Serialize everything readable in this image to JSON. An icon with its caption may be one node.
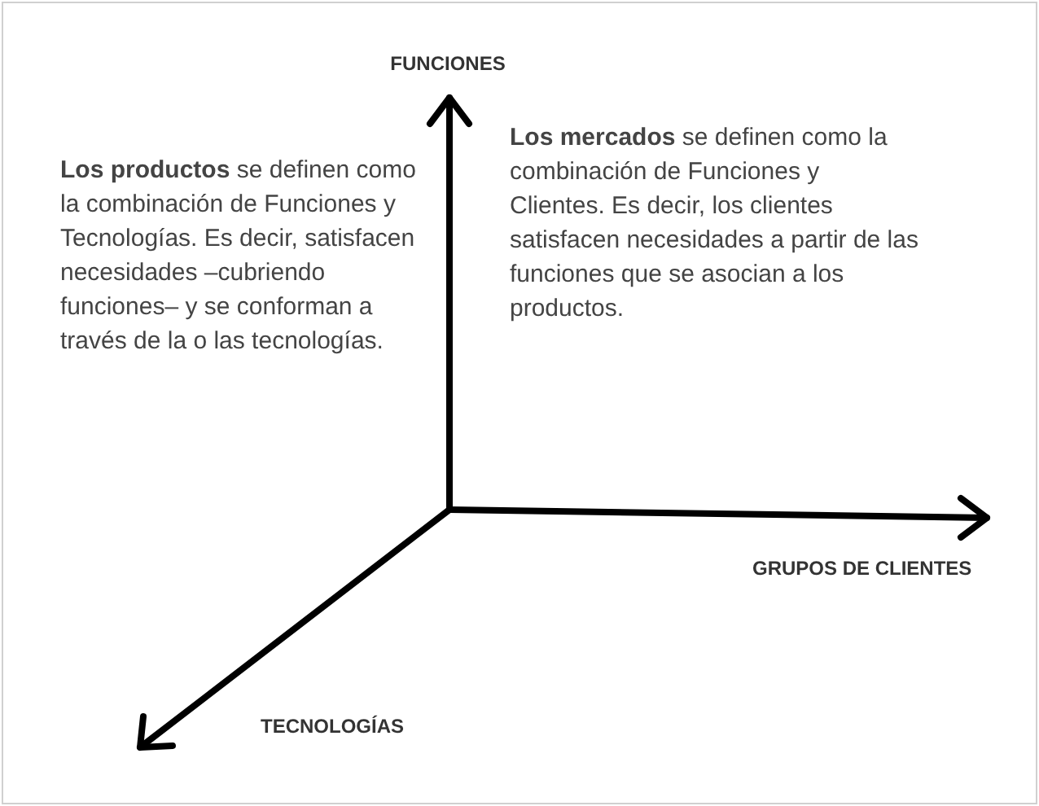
{
  "diagram": {
    "labels": [
      "FUNCIONES",
      "**Los productos** se definen como la combinación de Funciones y Tecnologías. Es decir, satisfacen necesidades –cubriendo funciones– y se conforman a través de la o las tecnologías.",
      "**Los mercados** se definen como la combinación de Funciones y Clientes. Es decir, los clientes satisfacen necesidades a partir de las funciones que se asocian a los productos.",
      "GRUPOS DE CLIENTES",
      "TECNOLOGÍAS"
    ]
  }
}
